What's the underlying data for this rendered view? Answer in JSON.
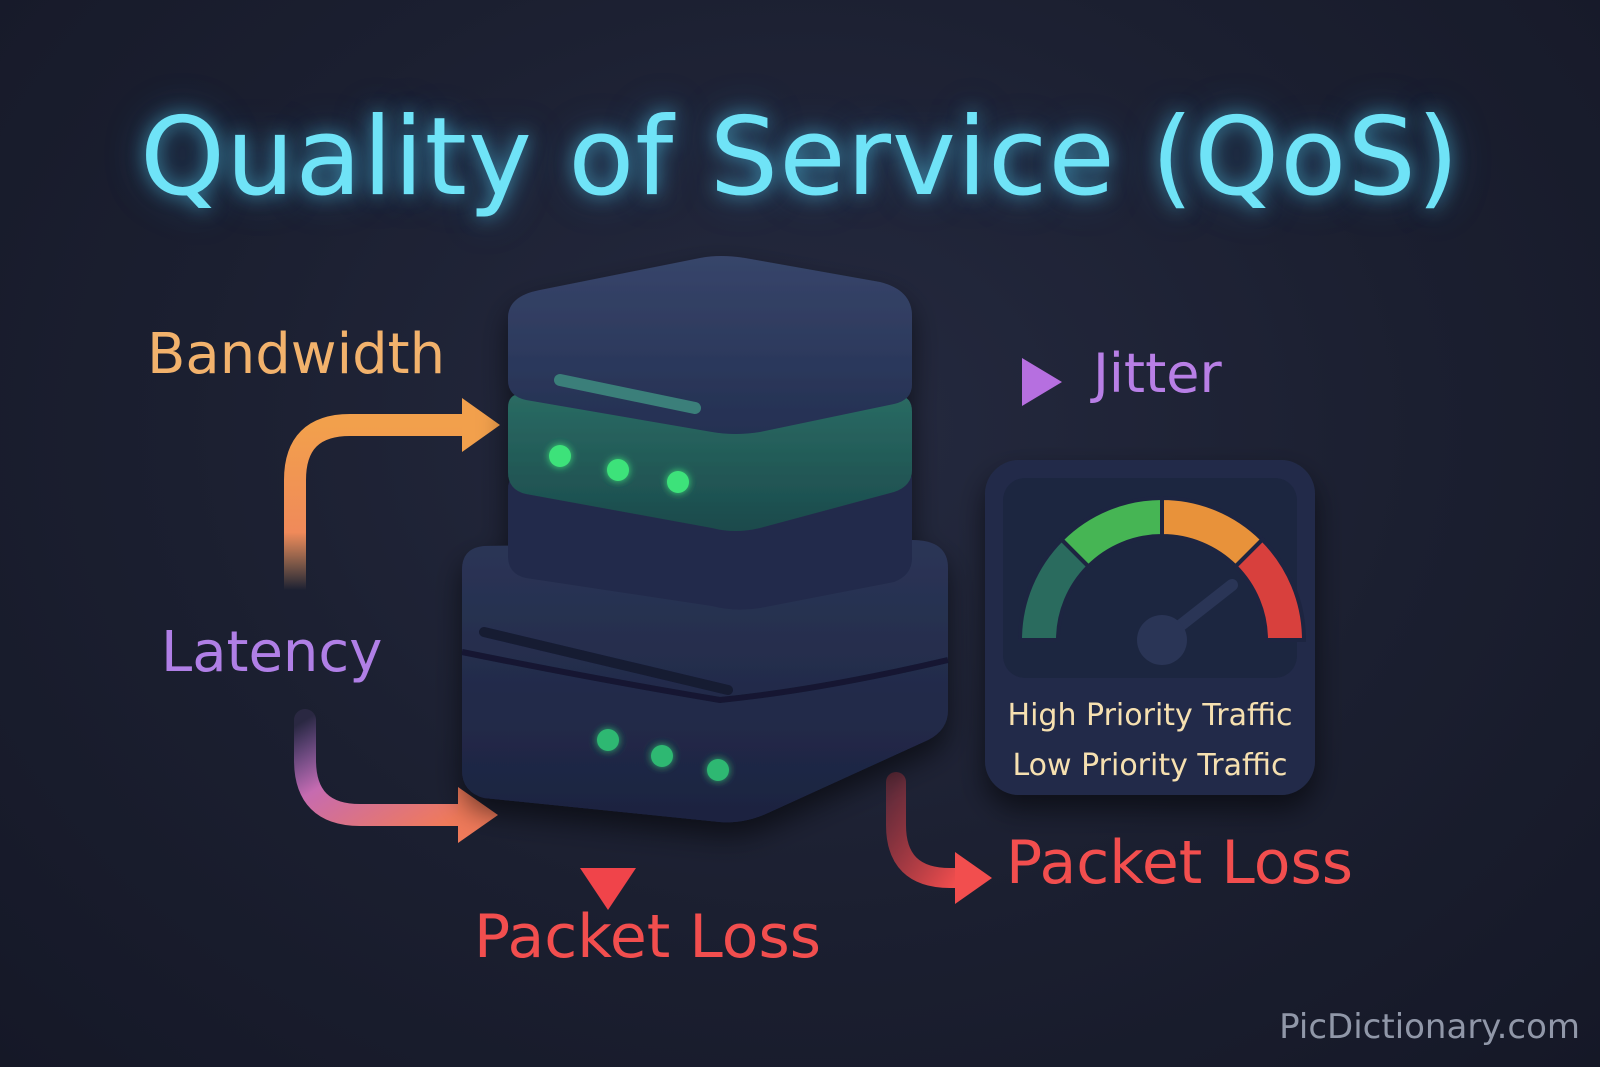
{
  "title": "Quality of Service (QoS)",
  "labels": {
    "bandwidth": "Bandwidth",
    "latency": "Latency",
    "jitter": "Jitter",
    "packet_loss_bottom": "Packet Loss",
    "packet_loss_right": "Packet Loss"
  },
  "gauge": {
    "line1": "High Priority Traffic",
    "line2": "Low Priority Traffic",
    "segments": [
      "#2a6b5e",
      "#46b554",
      "#e8923a",
      "#d8403d"
    ]
  },
  "watermark": "PicDictionary.com",
  "colors": {
    "title": "#6fe3f7",
    "bandwidth": "#f2b26c",
    "latency": "#b07fe6",
    "jitter": "#b87fe6",
    "packet_loss": "#f24e4e",
    "led": "#3ee27a"
  }
}
